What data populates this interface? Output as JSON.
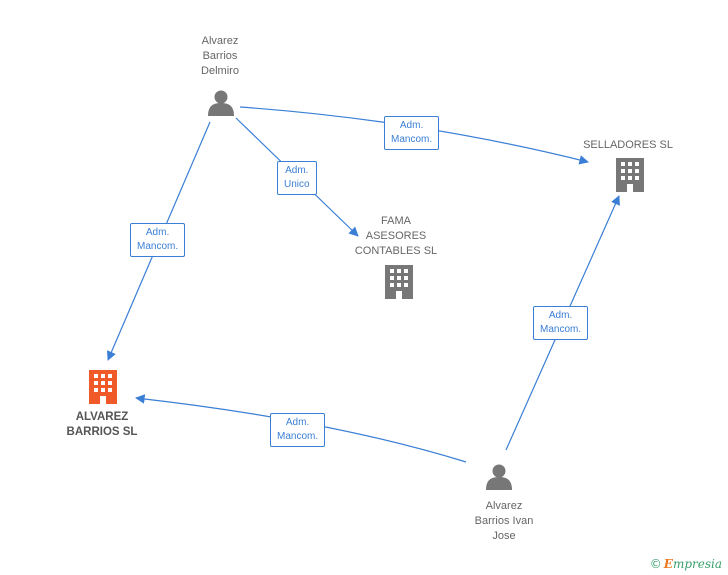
{
  "nodes": {
    "delmiro": {
      "label": "Alvarez\nBarrios\nDelmiro",
      "type": "person"
    },
    "ivan": {
      "label": "Alvarez\nBarrios Ivan\nJose",
      "type": "person"
    },
    "selladores": {
      "label": "SELLADORES SL",
      "type": "company"
    },
    "fama": {
      "label": "FAMA\nASESORES\nCONTABLES SL",
      "type": "company"
    },
    "alvarez_barrios": {
      "label": "ALVAREZ\nBARRIOS SL",
      "type": "company-main"
    }
  },
  "edges": {
    "delmiro_selladores": "Adm.\nMancom.",
    "delmiro_fama": "Adm.\nUnico",
    "delmiro_alvarez": "Adm.\nMancom.",
    "ivan_selladores": "Adm.\nMancom.",
    "ivan_alvarez": "Adm.\nMancom."
  },
  "colors": {
    "edge": "#3a7fd5",
    "person_icon": "#777777",
    "company_icon": "#777777",
    "main_company_icon": "#f05a28"
  },
  "icons": {
    "person": "person-icon",
    "company": "building-icon"
  },
  "footer": {
    "copyright": "©",
    "brand_first": "E",
    "brand_rest": "mpresia"
  }
}
